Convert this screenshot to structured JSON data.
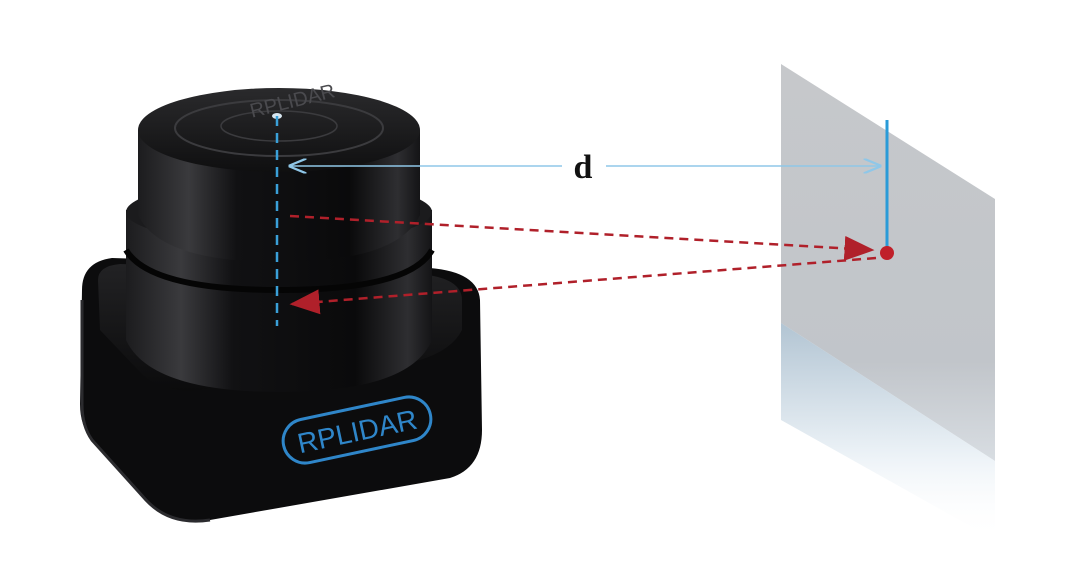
{
  "device": {
    "top_engraving": "RPLIDAR",
    "base_logo": "RPLIDAR"
  },
  "measurement": {
    "distance_label": "d"
  },
  "colors": {
    "laser": "#b0202a",
    "axis": "#3aa0d8",
    "logo_glow": "#2f86c9",
    "wall": "#c4c6c9",
    "device_body": "#0c0c0d"
  },
  "icons": {
    "device": "lidar-sensor-icon",
    "target": "target-point-icon"
  }
}
